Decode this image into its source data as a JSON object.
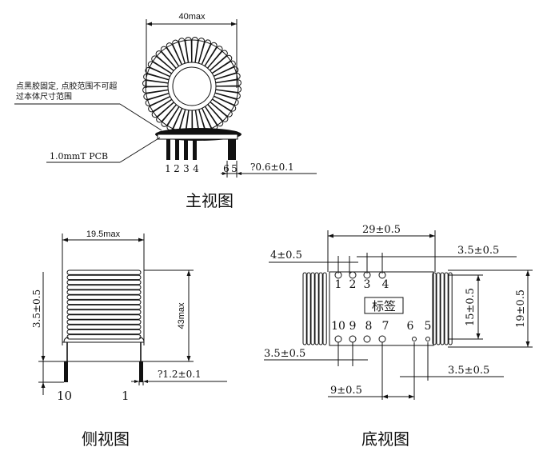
{
  "front_view": {
    "width_dim": "40max",
    "glue_note_line1": "点黑胶固定, 点胶范围不可超",
    "glue_note_line2": "过本体尺寸范围",
    "pcb_note": "1.0mmT PCB",
    "pin_labels": [
      "1",
      "2",
      "3",
      "4",
      "6",
      "5"
    ],
    "pin_dia_dim": "?0.6±0.1",
    "title": "主视图"
  },
  "side_view": {
    "width_dim": "19.5max",
    "height_dim": "43max",
    "pin_len_dim": "3.5±0.5",
    "pin_dia_dim": "?1.2±0.1",
    "pin_label_left": "10",
    "pin_label_right": "1",
    "title": "侧视图"
  },
  "bottom_view": {
    "overall_width_dim": "29±0.5",
    "pitch_top_dim": "4±0.5",
    "offset_top_right_dim": "3.5±0.5",
    "top_pins": [
      "1",
      "2",
      "3",
      "4"
    ],
    "label_text": "标签",
    "bottom_pins": [
      "10",
      "9",
      "8",
      "7",
      "6",
      "5"
    ],
    "row_spacing_dim": "15±0.5",
    "overall_height_dim": "19±0.5",
    "offset_bottom_left_dim": "3.5±0.5",
    "offset_bottom_right_dim": "3.5±0.5",
    "span_dim": "9±0.5",
    "title": "底视图"
  }
}
